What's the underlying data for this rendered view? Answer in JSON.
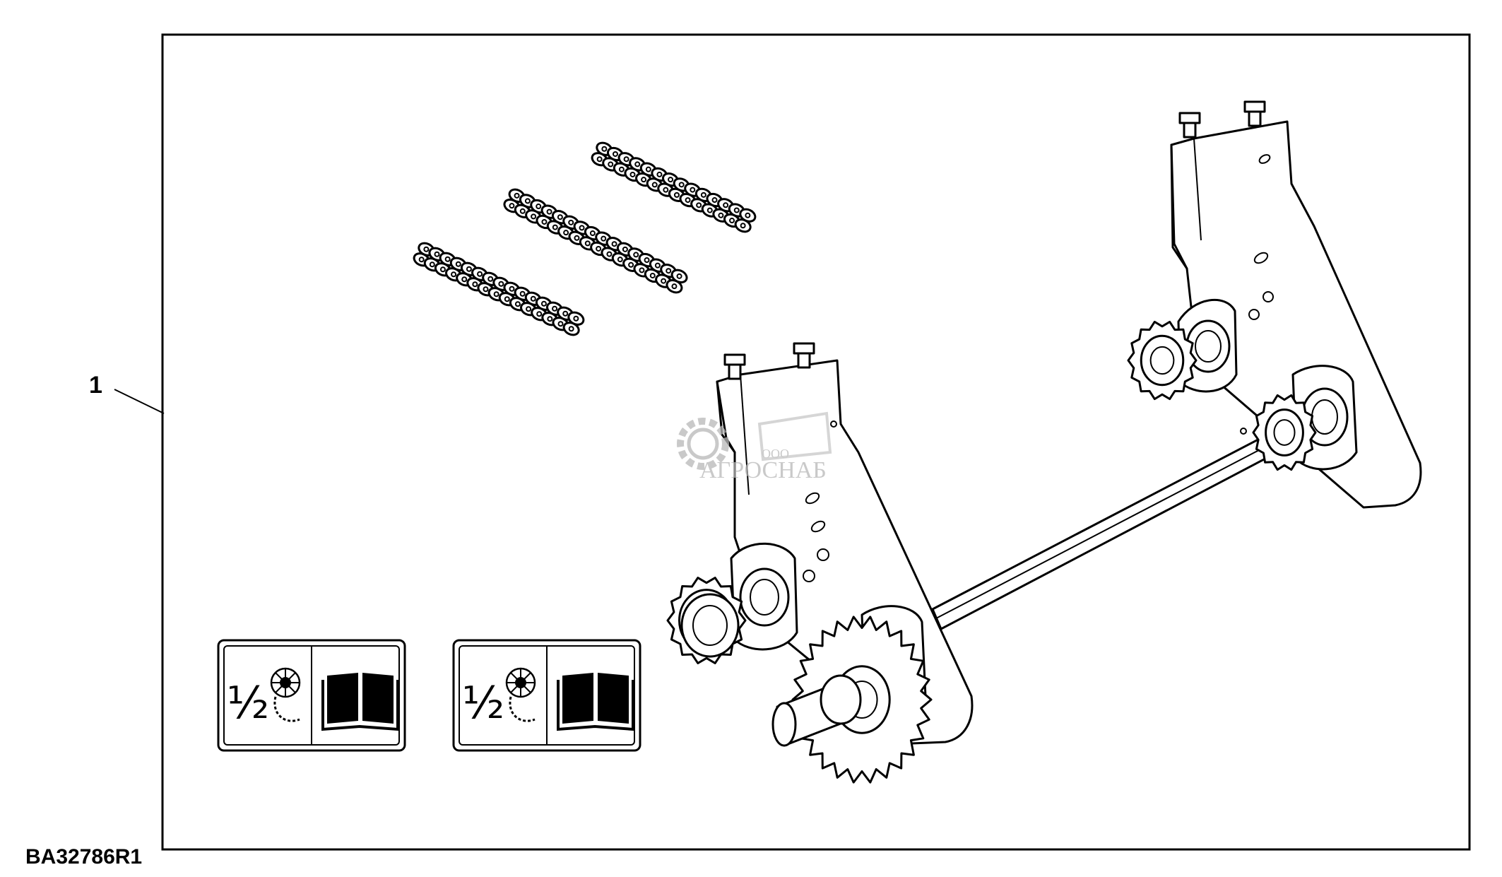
{
  "drawing": {
    "reference_code": "BA32786R1",
    "callouts": [
      {
        "number": "1"
      }
    ]
  },
  "decals": [
    {
      "fraction": "1/2",
      "fraction_display": "½",
      "icon": "sprocket-chain-icon",
      "manual_icon": "open-book-icon"
    },
    {
      "fraction": "1/2",
      "fraction_display": "½",
      "icon": "sprocket-chain-icon",
      "manual_icon": "open-book-icon"
    }
  ],
  "parts": {
    "chains": 3,
    "icons": [
      "roller-chain-icon",
      "mounting-bracket-icon",
      "sprocket-icon",
      "shaft-icon",
      "bearing-flange-icon"
    ]
  },
  "watermark": {
    "prefix": "ООО",
    "name": "АГРОСНАБ",
    "icon": "gear-logo-icon"
  },
  "colors": {
    "line": "#000000",
    "background": "#ffffff",
    "watermark": "#b8b8b8"
  }
}
